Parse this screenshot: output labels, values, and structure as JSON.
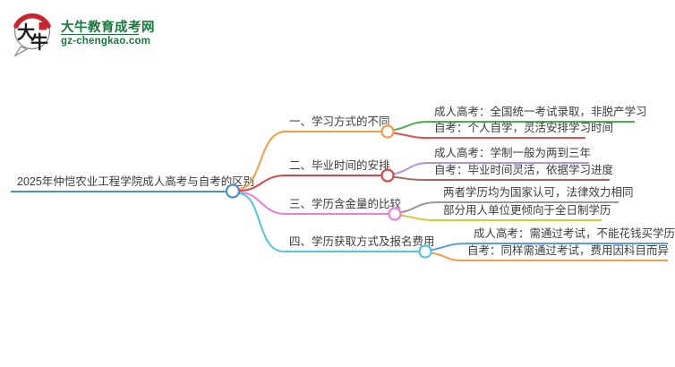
{
  "logo": {
    "icon_char_top": "大",
    "icon_char_bottom": "牛",
    "site_name": "大牛教育成考网",
    "site_domain": "gz-chengkao.com",
    "brand_color": "#17793B",
    "seal_color": "#C9252B"
  },
  "mindmap": {
    "root": {
      "label": "2025年仲恺农业工程学院成人高考与自考的区别",
      "color": "#4A90D8"
    },
    "branches": [
      {
        "label": "一、学习方式的不同",
        "color": "#F89B4B",
        "children": [
          {
            "label": "成人高考：全国统一考试录取，非脱产学习",
            "color": "#4DAE4D"
          },
          {
            "label": "自考：个人自学，灵活安排学习时间",
            "color": "#E25050"
          }
        ]
      },
      {
        "label": "二、毕业时间的安排",
        "color": "#D9444A",
        "children": [
          {
            "label": "成人高考：学制一般为两到三年",
            "color": "#B392DD"
          },
          {
            "label": "自考：毕业时间灵活，依据学习进度",
            "color": "#A5685C"
          }
        ]
      },
      {
        "label": "三、学历含金量的比较",
        "color": "#F07CD9",
        "children": [
          {
            "label": "两者学历均为国家认可，法律效力相同",
            "color": "#9A9A9A"
          },
          {
            "label": "部分用人单位更倾向于全日制学历",
            "color": "#D0CC3A"
          }
        ]
      },
      {
        "label": "四、学历获取方式及报名费用",
        "color": "#4FC7E0",
        "children": [
          {
            "label": "成人高考：需通过考试，不能花钱买学历",
            "color": "#5C9CD6"
          },
          {
            "label": "自考：同样需通过考试，费用因科目而异",
            "color": "#F89B4B"
          }
        ]
      }
    ]
  }
}
